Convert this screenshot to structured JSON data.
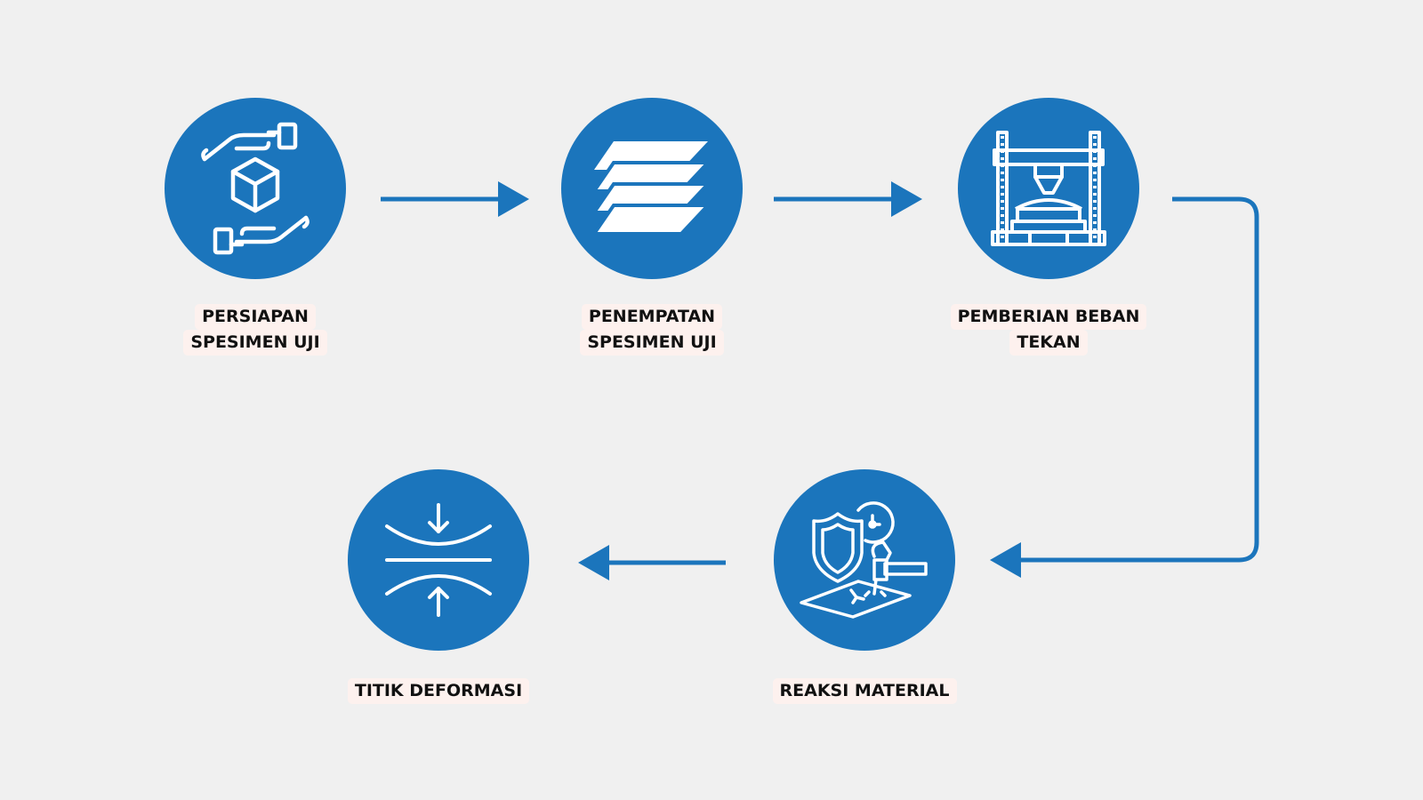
{
  "colors": {
    "background": "#f0f0f0",
    "node_fill": "#1b75bc",
    "connector": "#1b75bc",
    "icon_stroke": "#ffffff",
    "label_highlight": "#fdf1ee",
    "label_text": "#111111"
  },
  "steps": [
    {
      "lines": [
        "PERSIAPAN",
        "SPESIMEN UJI"
      ],
      "icon": "hands-cube-icon"
    },
    {
      "lines": [
        "PENEMPATAN",
        "SPESIMEN UJI"
      ],
      "icon": "stacked-layers-icon"
    },
    {
      "lines": [
        "PEMBERIAN BEBAN",
        "TEKAN"
      ],
      "icon": "hydraulic-press-icon"
    },
    {
      "lines": [
        "REAKSI MATERIAL"
      ],
      "icon": "shield-hammer-icon"
    },
    {
      "lines": [
        "TITIK DEFORMASI"
      ],
      "icon": "compression-arrows-icon"
    }
  ]
}
